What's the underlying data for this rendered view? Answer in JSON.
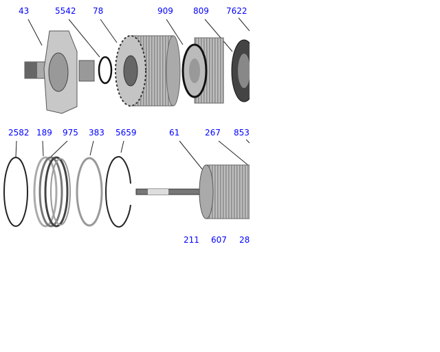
{
  "callouts_top": [
    "43",
    "5542",
    "78",
    "909",
    "809",
    "7622"
  ],
  "callouts_middle": [
    "2582",
    "189",
    "975",
    "383",
    "5659",
    "61",
    "267",
    "853"
  ],
  "callouts_bottom": [
    "211",
    "607",
    "28"
  ],
  "colors": {
    "label": "#0000ff",
    "part_dark": "#333333",
    "part_mid": "#888888",
    "part_light": "#cccccc"
  }
}
